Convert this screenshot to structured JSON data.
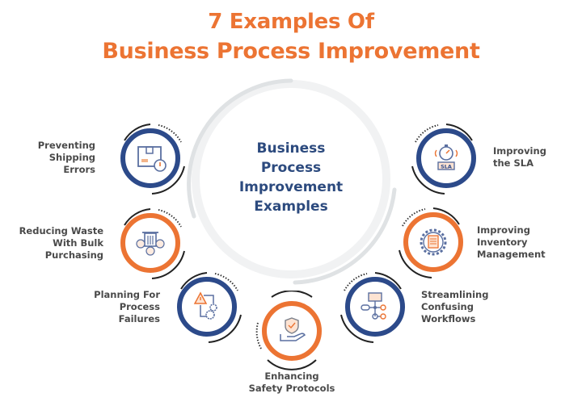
{
  "title": {
    "line1": "7 Examples Of",
    "line2": "Business Process Improvement"
  },
  "center": {
    "line1": "Business",
    "line2": "Process",
    "line3": "Improvement",
    "line4": "Examples"
  },
  "colors": {
    "orange": "#ec7433",
    "navy": "#2c4a8a",
    "dark_text": "#4a4a4a",
    "center_text": "#2c4a7e",
    "arc_gray": "#dfe2e4"
  },
  "examples": [
    {
      "label_lines": [
        "Preventing",
        "Shipping",
        "Errors"
      ],
      "ring": "navy",
      "icon": "package-clock-icon"
    },
    {
      "label_lines": [
        "Reducing Waste",
        "With Bulk",
        "Purchasing"
      ],
      "ring": "orange",
      "icon": "bin-coins-icon"
    },
    {
      "label_lines": [
        "Planning For",
        "Process",
        "Failures"
      ],
      "ring": "navy",
      "icon": "warning-gears-icon"
    },
    {
      "label_lines": [
        "Enhancing",
        "Safety Protocols"
      ],
      "ring": "orange",
      "icon": "hand-shield-icon"
    },
    {
      "label_lines": [
        "Streamlining",
        "Confusing",
        "Workflows"
      ],
      "ring": "navy",
      "icon": "workflow-icon"
    },
    {
      "label_lines": [
        "Improving",
        "Inventory",
        "Management"
      ],
      "ring": "orange",
      "icon": "gear-document-icon"
    },
    {
      "label_lines": [
        "Improving",
        "the SLA"
      ],
      "ring": "navy",
      "icon": "stopwatch-sla-icon"
    }
  ]
}
